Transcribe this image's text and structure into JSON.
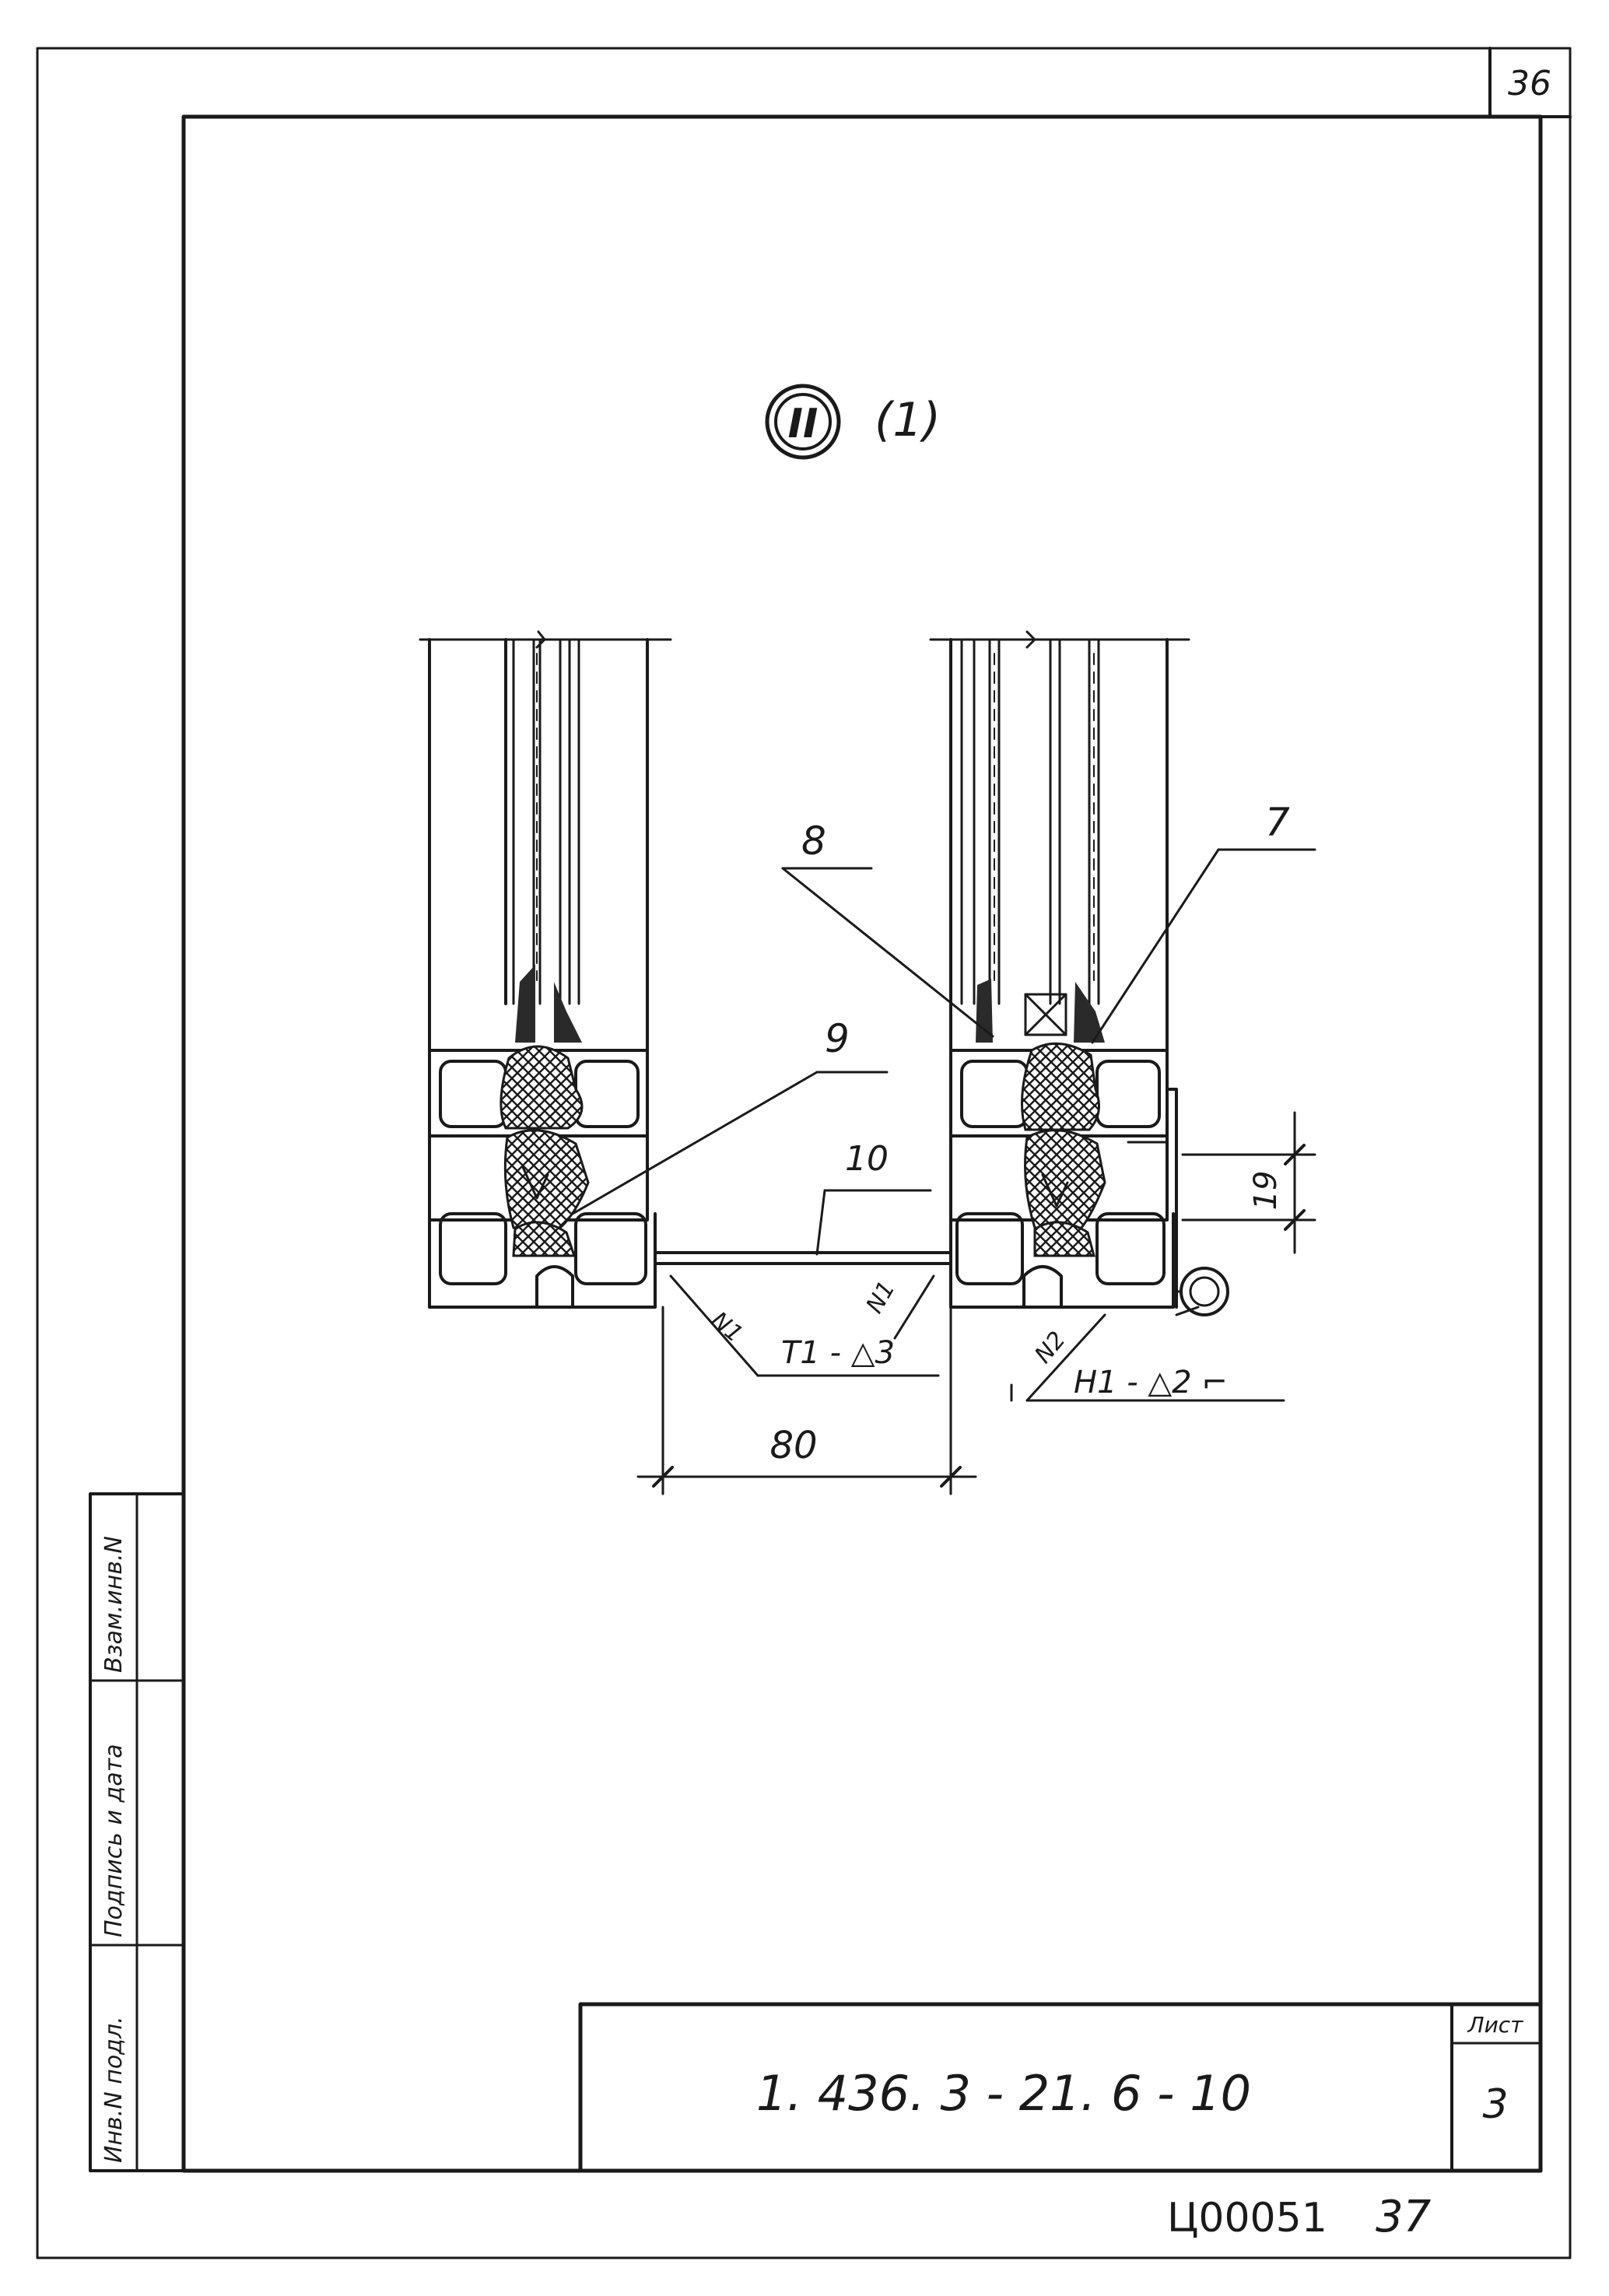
{
  "sheet": {
    "corner_page_number": "36",
    "stamp_number": "Ц00051",
    "stamp_page": "37"
  },
  "drawing": {
    "section_numeral": "II",
    "section_index": "(1)"
  },
  "callouts": {
    "leader_8": "8",
    "leader_7": "7",
    "leader_9": "9",
    "leader_10": "10",
    "dim_19": "19",
    "dim_80": "80",
    "weld_n1_left": "N1",
    "weld_n1_mid": "N1",
    "weld_n2": "N2",
    "weld_spec_t1": "T1 - △3",
    "weld_spec_h1": "H1 - △2 ⌐"
  },
  "side_stamp": {
    "field_1": "Инв.N подл.",
    "field_2": "Подпись и дата",
    "field_3": "Взам.инв.N"
  },
  "title_block": {
    "designation": "1. 436. 3 - 21. 6 - 10",
    "sheet_label": "Лист",
    "sheet_number": "3"
  }
}
